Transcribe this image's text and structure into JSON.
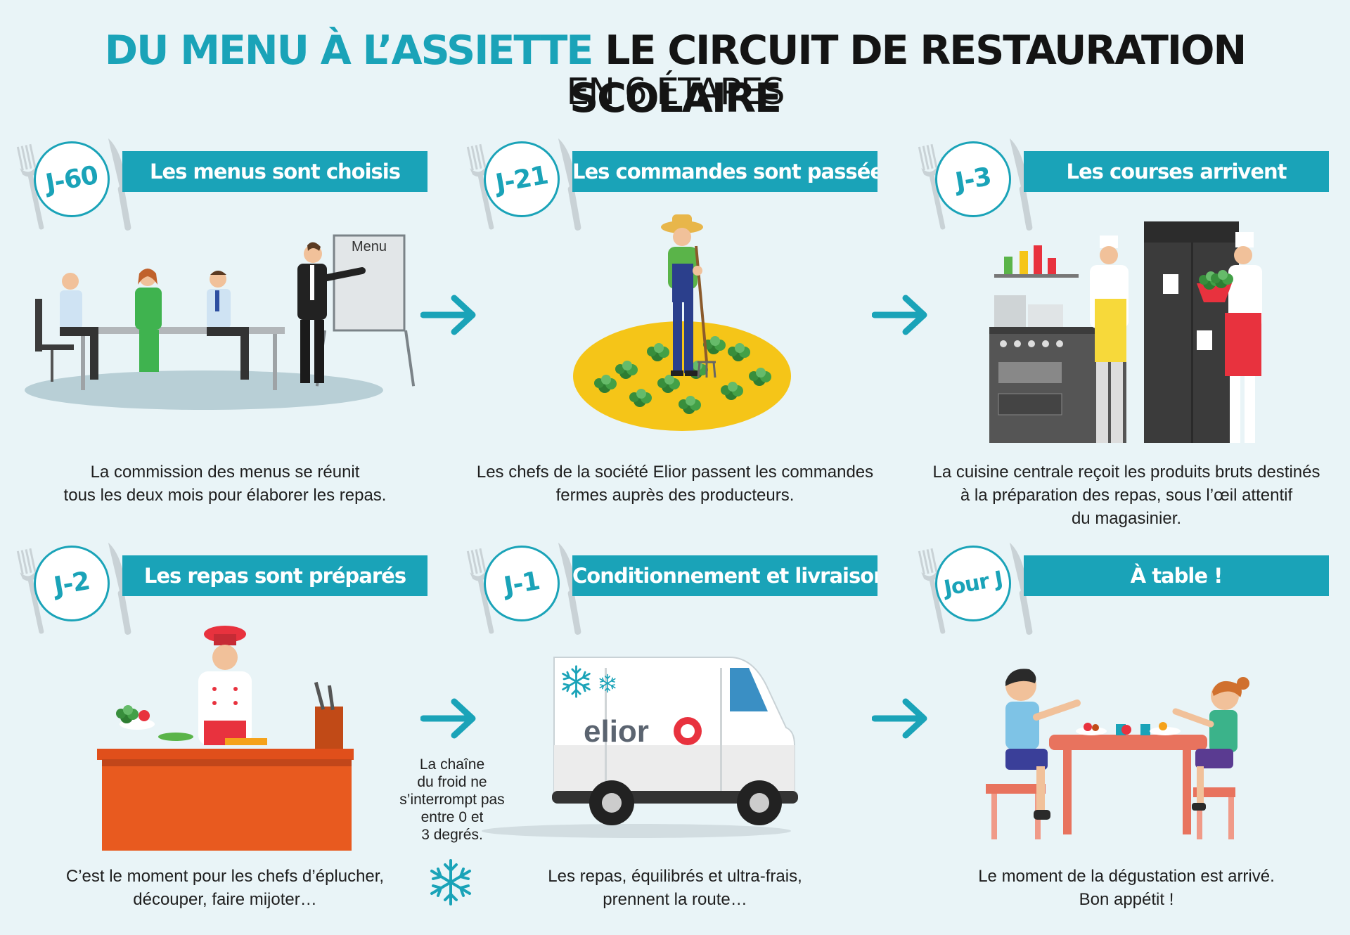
{
  "header": {
    "title_highlight": "DU MENU À L’ASSIETTE",
    "title_main": "LE CIRCUIT DE RESTAURATION SCOLAIRE",
    "subtitle": "EN 6 ÉTAPES"
  },
  "steps": [
    {
      "day": "J-60",
      "title": "Les menus sont choisis",
      "board_label": "Menu",
      "text_lines": [
        "La commission des menus se réunit",
        "tous les deux mois pour élaborer les repas."
      ]
    },
    {
      "day": "J-21",
      "title": "Les commandes sont passées",
      "text_lines": [
        "Les chefs de la société Elior passent les commandes",
        "fermes auprès des producteurs."
      ]
    },
    {
      "day": "J-3",
      "title": "Les courses arrivent",
      "text_lines": [
        "La cuisine centrale reçoit les produits bruts destinés",
        "à la préparation des repas, sous l’œil  attentif",
        "du magasinier."
      ]
    },
    {
      "day": "J-2",
      "title": "Les repas sont préparés",
      "text_lines": [
        "C’est le moment pour les chefs d’éplucher,",
        "découper, faire mijoter…"
      ]
    },
    {
      "day": "J-1",
      "title": "Conditionnement et livraison",
      "van_brand": "elior",
      "text_lines": [
        "Les repas, équilibrés et ultra-frais,",
        "prennent la route…"
      ]
    },
    {
      "day": "Jour J",
      "title": "À table !",
      "text_lines": [
        "Le moment de la dégustation est arrivé.",
        "Bon appétit !"
      ]
    }
  ],
  "cold_chain_lines": [
    "La chaîne",
    "du froid ne",
    "s’interrompt pas",
    "entre 0 et",
    "3 degrés."
  ],
  "icons": {
    "arrow": "arrow-right-icon",
    "snow": "snowflake-icon",
    "cutlery": "fork-knife-icon"
  },
  "colors": {
    "accent": "#1aa3b8",
    "background": "#e9f4f7",
    "chef_red": "#e8323e",
    "apron_yellow": "#f7d93a"
  }
}
